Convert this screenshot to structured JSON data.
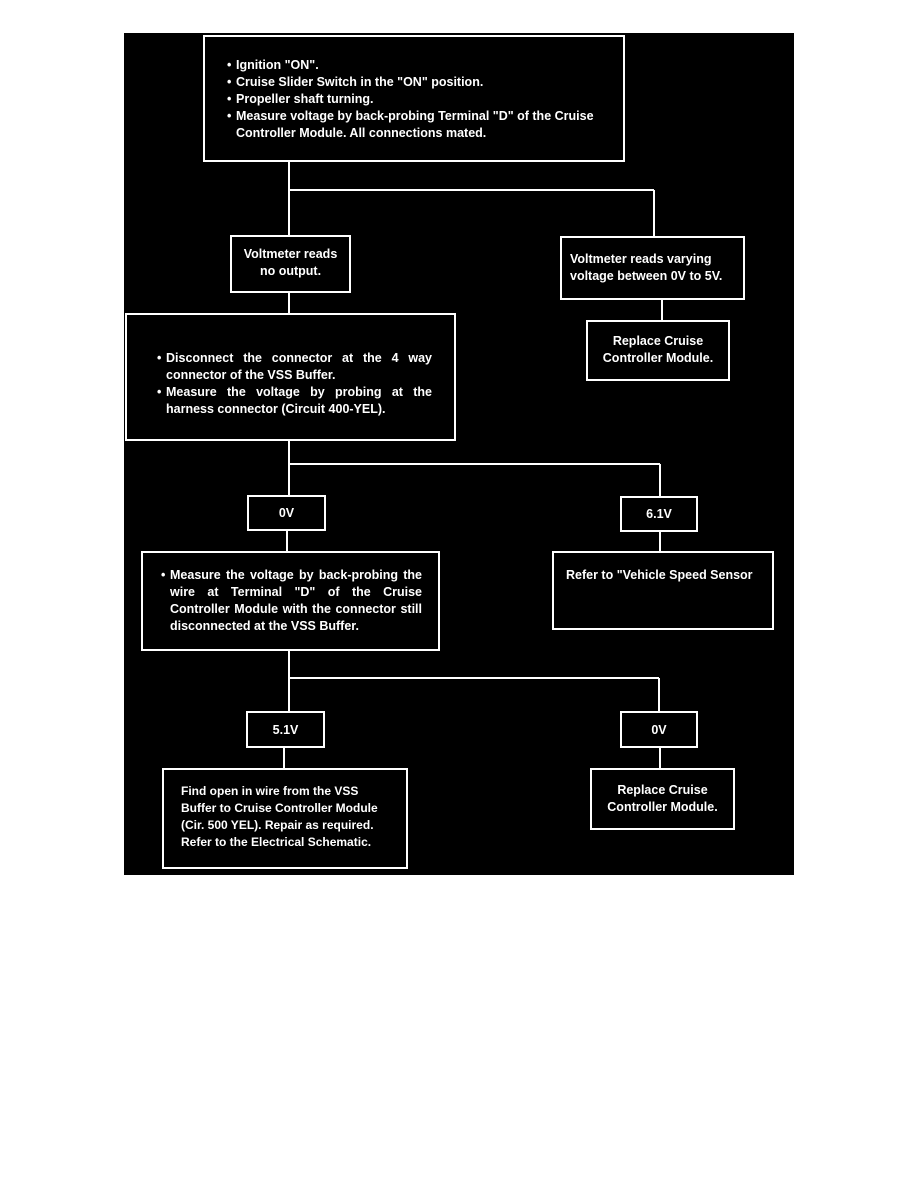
{
  "diagram": {
    "start_box": {
      "items": [
        "Ignition \"ON\".",
        "Cruise Slider Switch in the \"ON\" position.",
        "Propeller shaft turning.",
        "Measure voltage by back-probing Terminal \"D\" of the Cruise Controller Module. All connections mated."
      ]
    },
    "no_output_box": {
      "lines": [
        "Voltmeter reads",
        "no output."
      ]
    },
    "varying_box": {
      "lines": [
        "Voltmeter reads varying",
        "voltage between 0V to 5V."
      ]
    },
    "replace_module_1": {
      "lines": [
        "Replace Cruise",
        "Controller Module."
      ]
    },
    "disconnect_box": {
      "items": [
        "Disconnect the connector at the 4 way connector of the VSS Buffer.",
        "Measure the voltage by probing at the harness connector (Circuit 400-YEL)."
      ]
    },
    "zero_v_box_1": {
      "text": "0V"
    },
    "six_v_box": {
      "text": "6.1V"
    },
    "backprobe_box": {
      "items": [
        "Measure the voltage by back-probing the wire at Terminal \"D\" of the Cruise Controller Module with the connector still disconnected at the VSS Buffer."
      ]
    },
    "refer_sensor_box": {
      "text": "Refer to \"Vehicle Speed Sensor"
    },
    "five_v_box": {
      "text": "5.1V"
    },
    "zero_v_box_2": {
      "text": "0V"
    },
    "find_open_box": {
      "lines": [
        "Find open in wire from the VSS",
        "Buffer to Cruise Controller Module",
        "(Cir. 500 YEL). Repair as required.",
        "Refer to the Electrical Schematic."
      ]
    },
    "replace_module_2": {
      "lines": [
        "Replace Cruise",
        "Controller Module."
      ]
    },
    "colors": {
      "background": "#000000",
      "foreground": "#ffffff"
    }
  }
}
